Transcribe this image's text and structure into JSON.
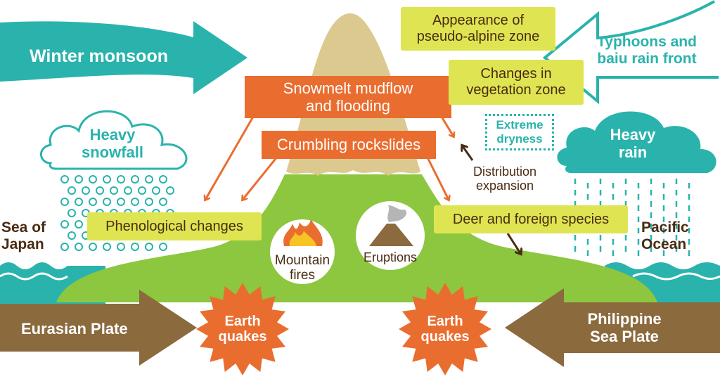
{
  "forces": {
    "winter_monsoon": "Winter monsoon",
    "typhoons": "Typhoons and\nbaiu rain front",
    "heavy_snowfall": "Heavy\nsnowfall",
    "heavy_rain": "Heavy\nrain",
    "sea_of_japan": "Sea of\nJapan",
    "pacific_ocean": "Pacific\nOcean",
    "eurasian_plate": "Eurasian Plate",
    "philippine_plate": "Philippine\nSea Plate"
  },
  "hazards": {
    "snowmelt": "Snowmelt mudflow\nand flooding",
    "rockslides": "Crumbling rockslides",
    "mountain_fires": "Mountain\nfires",
    "eruptions": "Eruptions",
    "earthquakes_left": "Earth\nquakes",
    "earthquakes_right": "Earth\nquakes"
  },
  "changes": {
    "pseudo_alpine": "Appearance of\npseudo-alpine zone",
    "vegetation": "Changes in\nvegetation zone",
    "extreme_dryness": "Extreme\ndryness",
    "distribution": "Distribution\nexpansion",
    "deer": "Deer and foreign species",
    "phenological": "Phenological changes"
  },
  "colors": {
    "teal": "#2ab3ac",
    "orange": "#ea6d30",
    "yellow_box": "#dfe552",
    "mountain_green": "#8dc63f",
    "summit_tan": "#dcc98f",
    "plate_brown": "#8b6a3e",
    "text_brown": "#4a2b12",
    "burst_orange": "#ea6d30"
  }
}
